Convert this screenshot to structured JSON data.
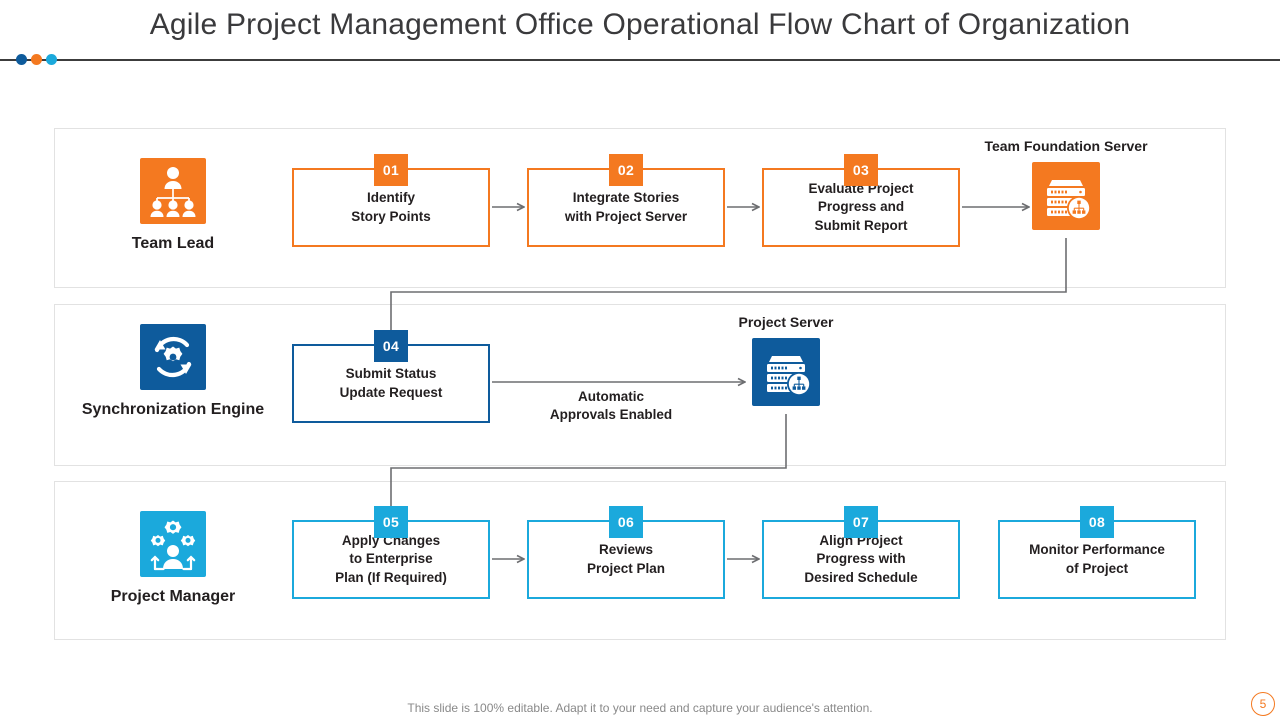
{
  "header": {
    "title": "Agile Project Management Office Operational Flow Chart of Organization",
    "accent_dots": [
      "#0e5b9c",
      "#f47920",
      "#1ba9dc"
    ]
  },
  "colors": {
    "orange": "#f47920",
    "navy": "#0e5b9c",
    "light_blue": "#1ba9dc",
    "connector_gray": "#6d6e71",
    "text": "#231f20"
  },
  "roles": [
    {
      "id": "team-lead",
      "label": "Team Lead",
      "icon": "org-chart-icon",
      "color": "#f47920"
    },
    {
      "id": "sync-engine",
      "label": "Synchronization\nEngine",
      "icon": "sync-gear-icon",
      "color": "#0e5b9c"
    },
    {
      "id": "proj-mgr",
      "label": "Project Manager",
      "icon": "person-gears-icon",
      "color": "#1ba9dc"
    }
  ],
  "steps": [
    {
      "number": "01",
      "text": "Identify\nStory Points",
      "color": "#f47920",
      "row": 1
    },
    {
      "number": "02",
      "text": "Integrate Stories\nwith Project Server",
      "color": "#f47920",
      "row": 1
    },
    {
      "number": "03",
      "text": "Evaluate Project\nProgress and\nSubmit Report",
      "color": "#f47920",
      "row": 1
    },
    {
      "number": "04",
      "text": "Submit Status\nUpdate Request",
      "color": "#0e5b9c",
      "row": 2
    },
    {
      "number": "05",
      "text": "Apply  Changes\nto Enterprise\nPlan (If Required)",
      "color": "#1ba9dc",
      "row": 3
    },
    {
      "number": "06",
      "text": "Reviews\nProject Plan",
      "color": "#1ba9dc",
      "row": 3
    },
    {
      "number": "07",
      "text": "Align  Project\nProgress with\nDesired Schedule",
      "color": "#1ba9dc",
      "row": 3
    },
    {
      "number": "08",
      "text": "Monitor Performance\nof Project",
      "color": "#1ba9dc",
      "row": 3
    }
  ],
  "servers": [
    {
      "id": "tfs",
      "caption": "Team Foundation Server",
      "icon": "server-network-icon",
      "color": "#f47920"
    },
    {
      "id": "project",
      "caption": "Project Server",
      "icon": "server-network-icon",
      "color": "#0e5b9c"
    }
  ],
  "edge_labels": {
    "auto_approvals": "Automatic\nApprovals Enabled"
  },
  "footer": {
    "note": "This slide is 100% editable. Adapt it to your need and capture your audience's attention.",
    "page_number": "5"
  }
}
